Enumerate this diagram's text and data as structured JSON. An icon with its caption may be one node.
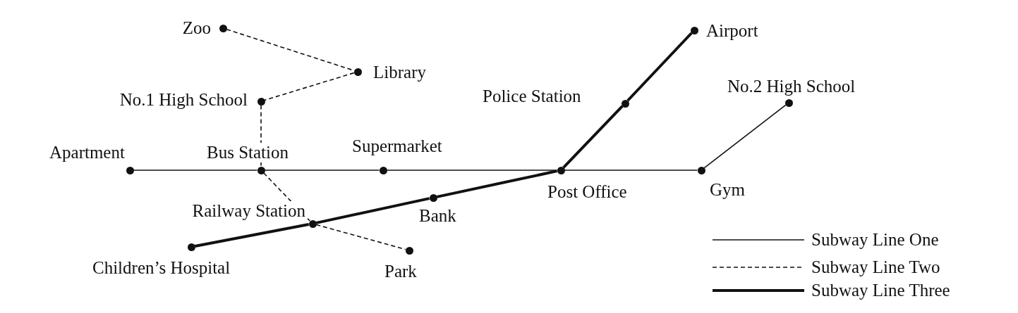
{
  "diagram": {
    "nodes": [
      {
        "text": [],
        "shape": "circle",
        "beside": [
          "Zoo"
        ]
      },
      {
        "text": [],
        "shape": "circle",
        "beside": [
          "Library"
        ]
      },
      {
        "text": [],
        "shape": "circle",
        "beside": [
          "No.1 High School"
        ]
      },
      {
        "text": [],
        "shape": "circle",
        "beside": [
          "Apartment"
        ]
      },
      {
        "text": [],
        "shape": "circle",
        "beside": [
          "Bus Station"
        ]
      },
      {
        "text": [],
        "shape": "circle",
        "beside": [
          "Supermarket"
        ]
      },
      {
        "text": [],
        "shape": "circle",
        "beside": [
          "Post Office"
        ]
      },
      {
        "text": [],
        "shape": "circle",
        "beside": [
          "Gym"
        ]
      },
      {
        "text": [],
        "shape": "circle",
        "beside": [
          "No.2 High School"
        ]
      },
      {
        "text": [],
        "shape": "circle",
        "beside": [
          "Police Station"
        ]
      },
      {
        "text": [],
        "shape": "circle",
        "beside": [
          "Airport"
        ]
      },
      {
        "text": [],
        "shape": "circle",
        "beside": [
          "Railway Station"
        ]
      },
      {
        "text": [],
        "shape": "circle",
        "beside": [
          "Bank"
        ]
      },
      {
        "text": [],
        "shape": "circle",
        "beside": [
          "Children’s Hospital"
        ]
      },
      {
        "text": [],
        "shape": "circle",
        "beside": [
          "Park"
        ]
      }
    ],
    "edges": [
      {
        "from": 3,
        "to": 4,
        "arrow": "none"
      },
      {
        "from": 4,
        "to": 5,
        "arrow": "none"
      },
      {
        "from": 5,
        "to": 6,
        "arrow": "none"
      },
      {
        "from": 6,
        "to": 7,
        "arrow": "none"
      },
      {
        "from": 7,
        "to": 8,
        "arrow": "none"
      },
      {
        "from": 0,
        "to": 1,
        "arrow": "none",
        "style": "dashed"
      },
      {
        "from": 1,
        "to": 2,
        "arrow": "none",
        "style": "dashed"
      },
      {
        "from": 2,
        "to": 4,
        "arrow": "none",
        "style": "dashed"
      },
      {
        "from": 4,
        "to": 11,
        "arrow": "none",
        "style": "dashed"
      },
      {
        "from": 11,
        "to": 14,
        "arrow": "none",
        "style": "dashed"
      },
      {
        "from": 13,
        "to": 11,
        "arrow": "none",
        "style": "thick"
      },
      {
        "from": 11,
        "to": 12,
        "arrow": "none",
        "style": "thick"
      },
      {
        "from": 12,
        "to": 6,
        "arrow": "none",
        "style": "thick"
      },
      {
        "from": 6,
        "to": 9,
        "arrow": "none",
        "style": "thick"
      },
      {
        "from": 9,
        "to": 10,
        "arrow": "none",
        "style": "thick"
      }
    ],
    "legend": [
      {
        "text": "Subway Line One"
      },
      {
        "text": "Subway Line Two"
      },
      {
        "text": "Subway Line Three"
      }
    ]
  }
}
